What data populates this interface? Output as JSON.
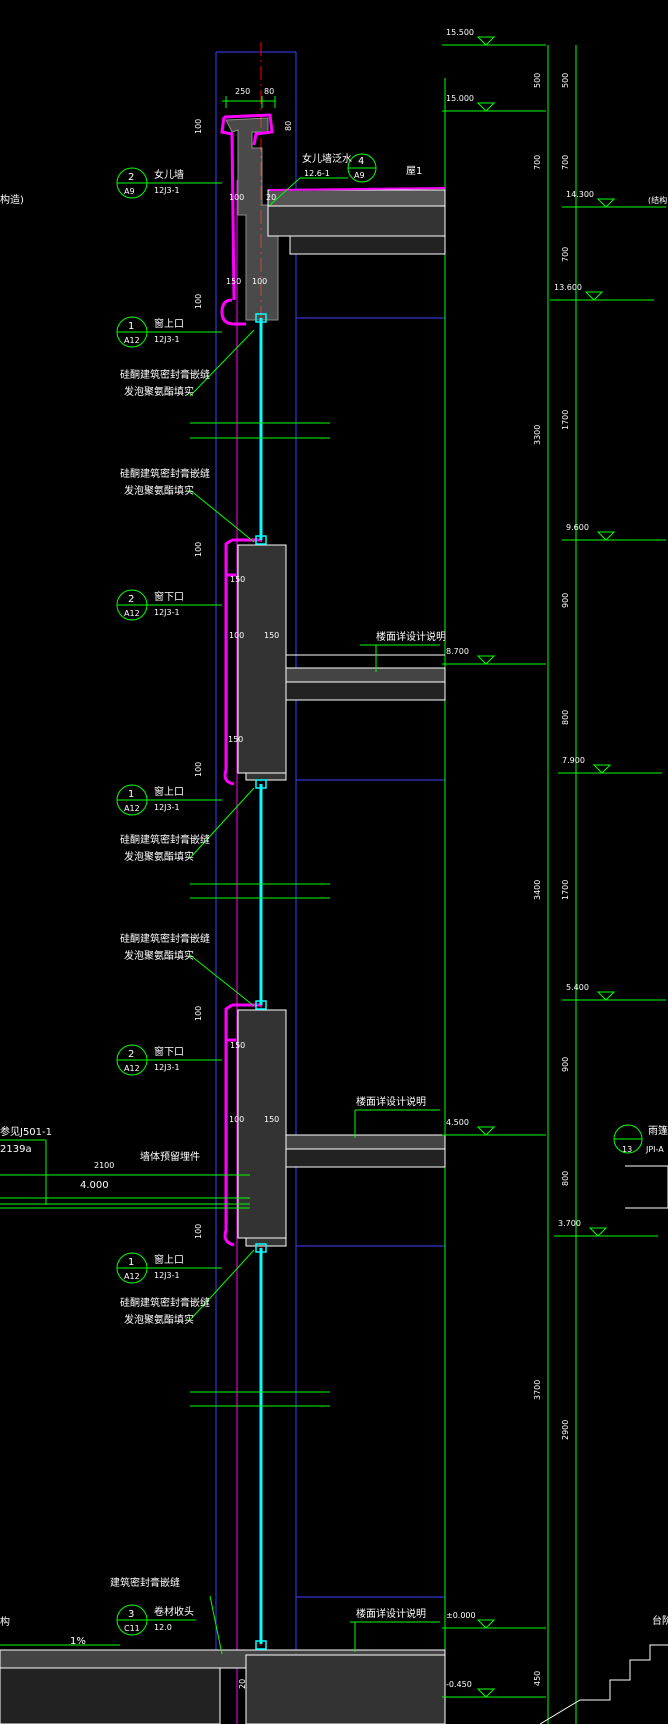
{
  "colors": {
    "background": "#000000",
    "dimension": "#00ff00",
    "wall": "#ffffff",
    "glass": "#00ffff",
    "axis": "#ff0000",
    "finish": "#ff00ff",
    "frame": "#4040ff",
    "annotation": "#ffff00"
  },
  "left_cut": {
    "top_label": "构造)",
    "callout_a": "参见J501-1",
    "callout_b": "2139a",
    "bottom_label": "构"
  },
  "top_dims": {
    "d1": "250",
    "d2": "80"
  },
  "small_dims": {
    "parapet_100": "100",
    "parapet_80": "80",
    "parapet_top_100": "100",
    "slab_20": "20",
    "sill_150": "150",
    "sill_100": "100",
    "lintel_100": "100",
    "lintel_150": "150",
    "inner_100": "100",
    "inner_150": "150",
    "base_20": "20",
    "tap_100_1": "100",
    "tap_100_2": "100",
    "tap_100_3": "100",
    "tap_100_4": "100",
    "tap_100_5": "100",
    "tap_100_6": "100",
    "lintel_150_2": "150",
    "sill_150_2": "150",
    "sill_150_3": "150"
  },
  "bubbles": [
    {
      "num": "2",
      "sheet": "A9",
      "title": "女儿墙",
      "ref": "12J3-1"
    },
    {
      "num": "1",
      "sheet": "A12",
      "title": "窗上口",
      "ref": "12J3-1"
    },
    {
      "num": "2",
      "sheet": "A12",
      "title": "窗下口",
      "ref": "12J3-1"
    },
    {
      "num": "1",
      "sheet": "A12",
      "title": "窗上口",
      "ref": "12J3-1"
    },
    {
      "num": "2",
      "sheet": "A12",
      "title": "窗下口",
      "ref": "12J3-1"
    },
    {
      "num": "1",
      "sheet": "A12",
      "title": "窗上口",
      "ref": "12J3-1"
    },
    {
      "num": "3",
      "sheet": "C11",
      "title": "卷材收头",
      "ref": "12.0"
    }
  ],
  "parapet_note": {
    "num": "4",
    "sheet": "A9",
    "title": "女儿墙泛水",
    "ref": "12.6-1",
    "tag": "屋1"
  },
  "notes": {
    "sealant_1": "硅酮建筑密封膏嵌缝",
    "foam_1": "发泡聚氨酯填实",
    "floor_note": "楼面详设计说明",
    "embed_note": "墙体预留埋件",
    "sealant_seal": "建筑密封膏嵌缝",
    "dim_2100": "2100",
    "level_4000": "4.000",
    "slope": "1%"
  },
  "levels": [
    "15.500",
    "15.000",
    "14.300",
    "13.600",
    "9.600",
    "8.700",
    "7.900",
    "5.400",
    "4.500",
    "3.700",
    "±0.000",
    "-0.450"
  ],
  "level_suffix": "(结构",
  "right_dims": {
    "outer": [
      "500",
      "700",
      "3300",
      "3400",
      "3700",
      "450"
    ],
    "inner": [
      "500",
      "700",
      "700",
      "1700",
      "900",
      "800",
      "1700",
      "900",
      "800",
      "2900"
    ]
  },
  "right_ref": {
    "title": "雨篷",
    "num": "13",
    "sheet": "JPI-A"
  },
  "right_bottom": "台阶"
}
